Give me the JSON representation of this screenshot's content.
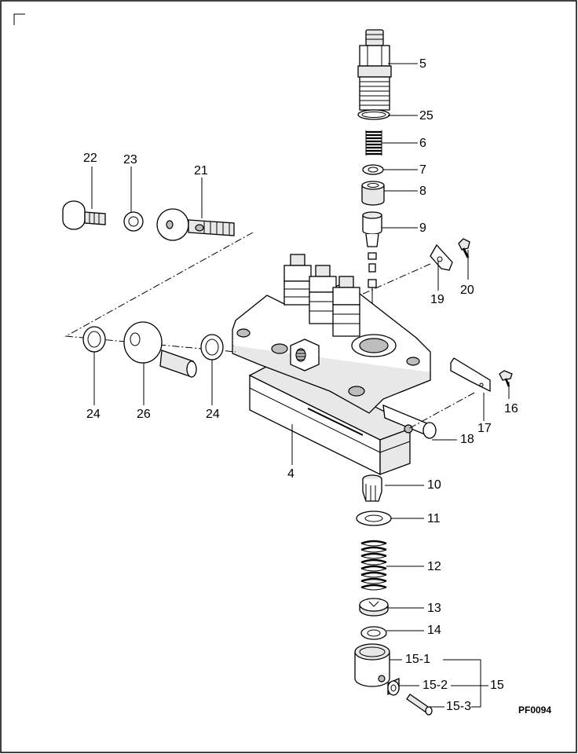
{
  "drawing_code": "PF0094",
  "callouts": {
    "c5": "5",
    "c25": "25",
    "c6": "6",
    "c7": "7",
    "c8": "8",
    "c9": "9",
    "c19": "19",
    "c20": "20",
    "c22": "22",
    "c23": "23",
    "c21": "21",
    "c24a": "24",
    "c26": "26",
    "c24b": "24",
    "c4": "4",
    "c18": "18",
    "c17": "17",
    "c16": "16",
    "c10": "10",
    "c11": "11",
    "c12": "12",
    "c13": "13",
    "c14": "14",
    "c15_1": "15-1",
    "c15_2": "15-2",
    "c15_3": "15-3",
    "c15": "15"
  }
}
